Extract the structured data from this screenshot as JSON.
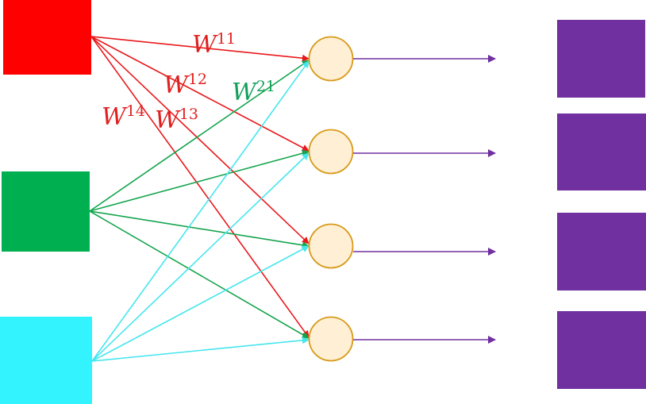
{
  "colors": {
    "input_1": "#ff0000",
    "input_2": "#00b050",
    "input_3": "#33f3ff",
    "edge_1": "#e8191c",
    "edge_2": "#14a44d",
    "edge_3": "#46e6ee",
    "neuron_fill": "#fff0d5",
    "neuron_stroke": "#d89a1a",
    "output": "#7030a0",
    "label_1": "#e02020",
    "label_2": "#11a05a"
  },
  "weights": [
    {
      "symbol": "W",
      "sup": "11",
      "color_key": "label_1"
    },
    {
      "symbol": "W",
      "sup": "12",
      "color_key": "label_1"
    },
    {
      "symbol": "W",
      "sup": "13",
      "color_key": "label_1"
    },
    {
      "symbol": "W",
      "sup": "14",
      "color_key": "label_1"
    },
    {
      "symbol": "W",
      "sup": "21",
      "color_key": "label_2"
    }
  ]
}
